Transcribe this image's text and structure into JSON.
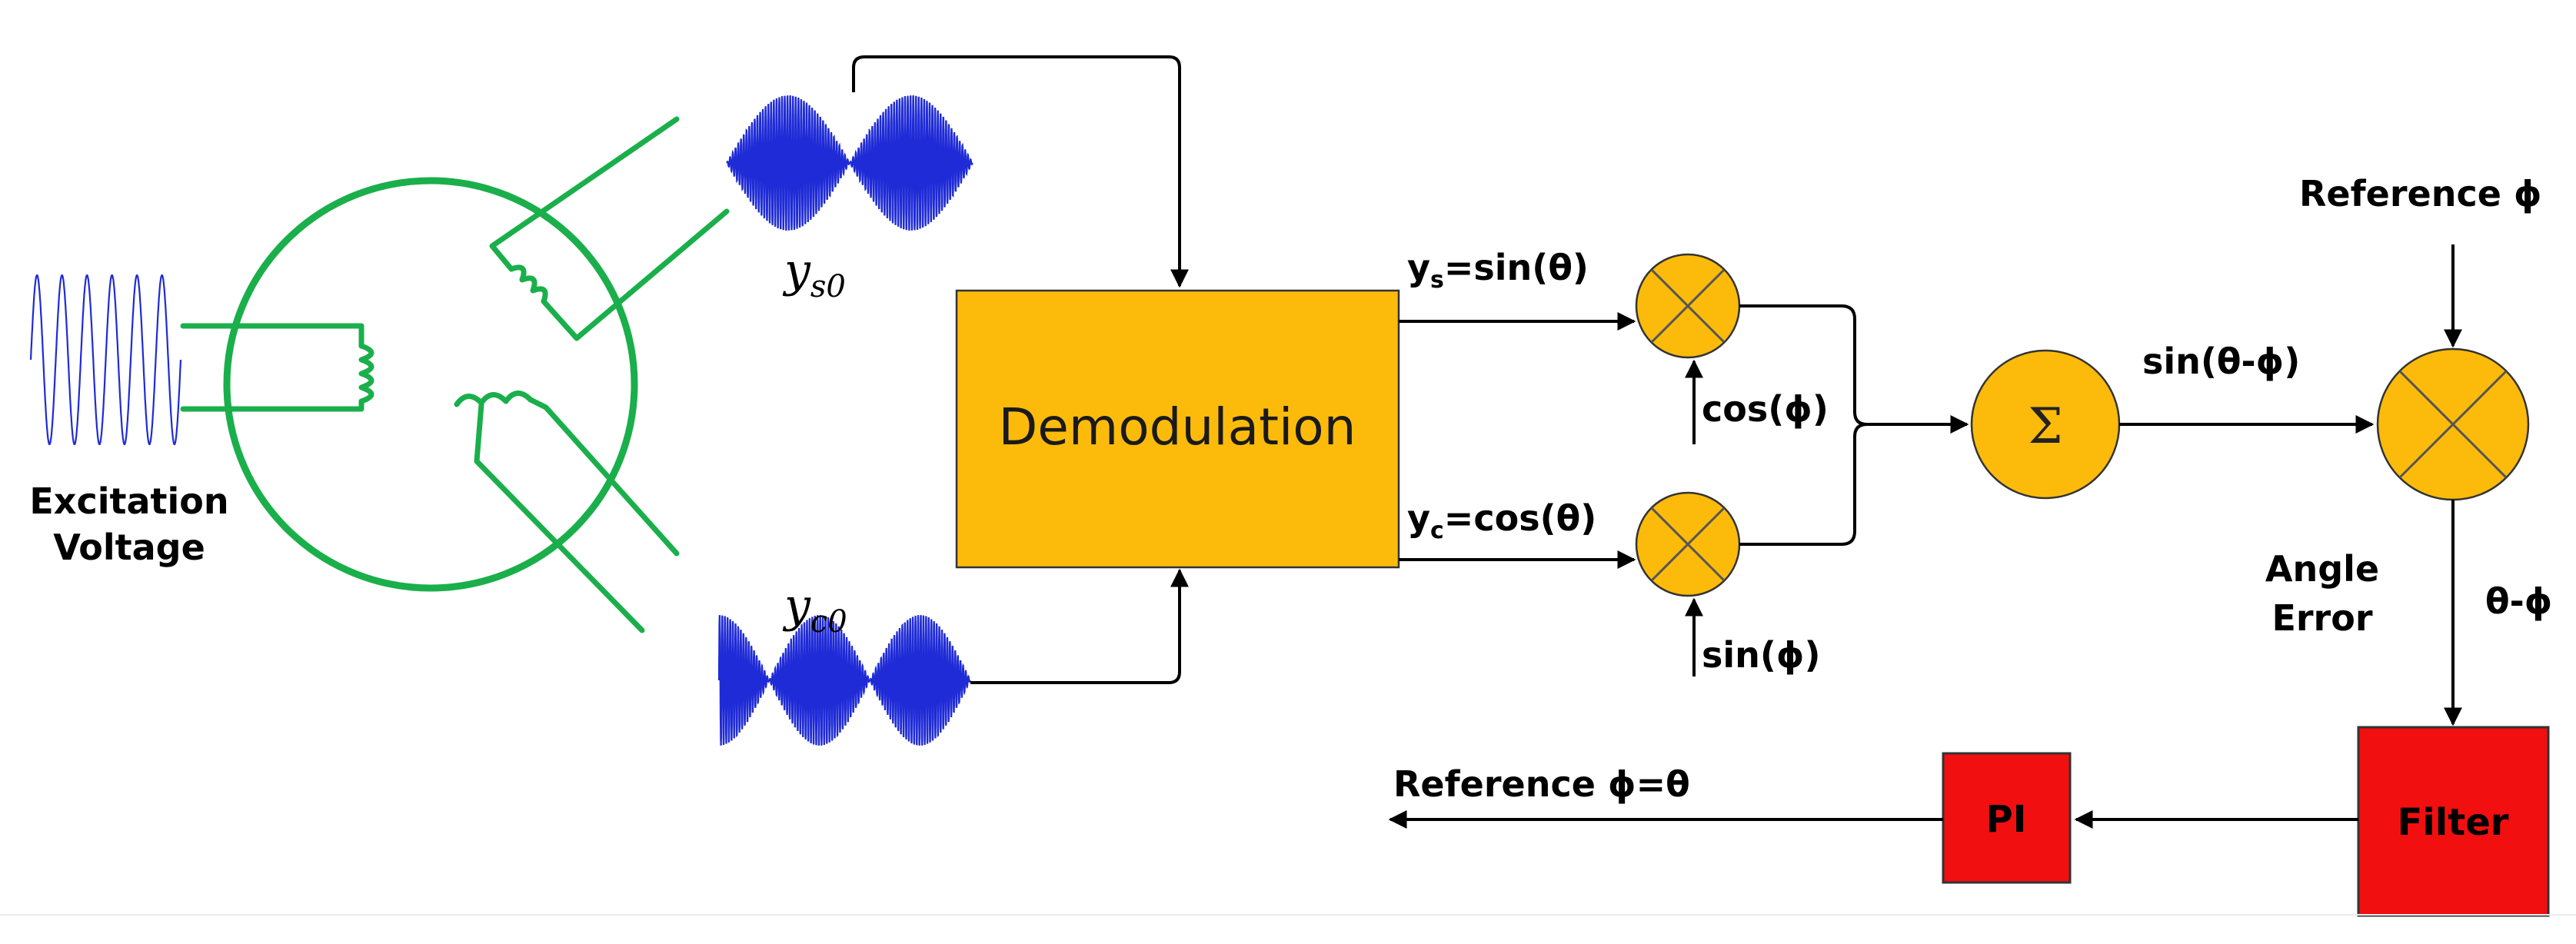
{
  "colors": {
    "resolver": "#1aaf4b",
    "signal": "#1f2bd6",
    "block": "#fcbb0b",
    "control": "#f20f0f",
    "line": "#000000"
  },
  "labels": {
    "excitation_line1": "Excitation",
    "excitation_line2": "Voltage",
    "ys0_base": "y",
    "ys0_sub": "s0",
    "yc0_base": "y",
    "yc0_sub": "c0",
    "demodulation": "Demodulation",
    "ys_prefix": "y",
    "ys_sub": "s",
    "ys_eq": "=sin(θ)",
    "yc_prefix": "y",
    "yc_sub": "c",
    "yc_eq": "=cos(θ)",
    "cos_phi": "cos(ϕ)",
    "sin_phi": "sin(ϕ)",
    "sigma": "Σ",
    "sin_diff": "sin(θ-ϕ)",
    "reference_phi": "Reference ϕ",
    "angle_error_line1": "Angle",
    "angle_error_line2": "Error",
    "theta_minus_phi": "θ-ϕ",
    "filter": "Filter",
    "pi": "PI",
    "reference_out": "Reference ϕ=θ"
  }
}
